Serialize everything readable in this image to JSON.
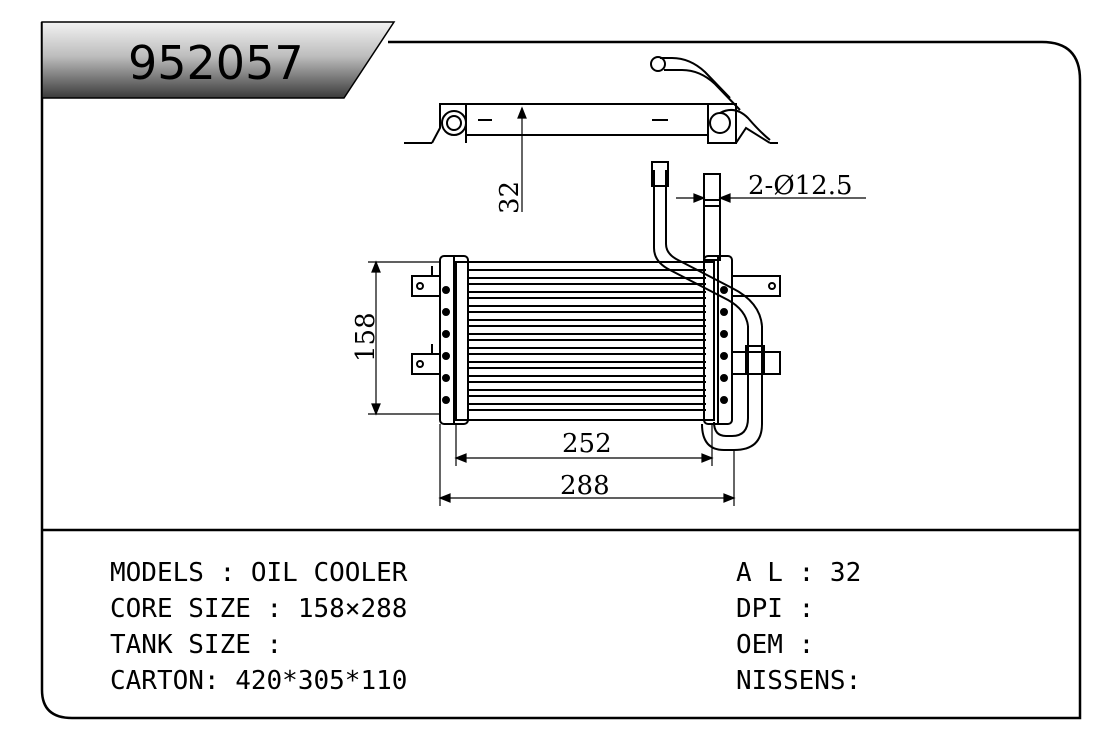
{
  "header": {
    "part_number": "952057"
  },
  "drawing": {
    "dim_thickness": "32",
    "dim_pipe": "2-Ø12.5",
    "dim_height": "158",
    "dim_core_width": "252",
    "dim_overall_width": "288"
  },
  "specs_left": [
    "MODELS : OIL COOLER",
    "CORE SIZE : 158×288",
    "TANK SIZE :",
    "CARTON: 420*305*110"
  ],
  "specs_right": [
    "A L : 32",
    "DPI :",
    "OEM :",
    "NISSENS:"
  ]
}
